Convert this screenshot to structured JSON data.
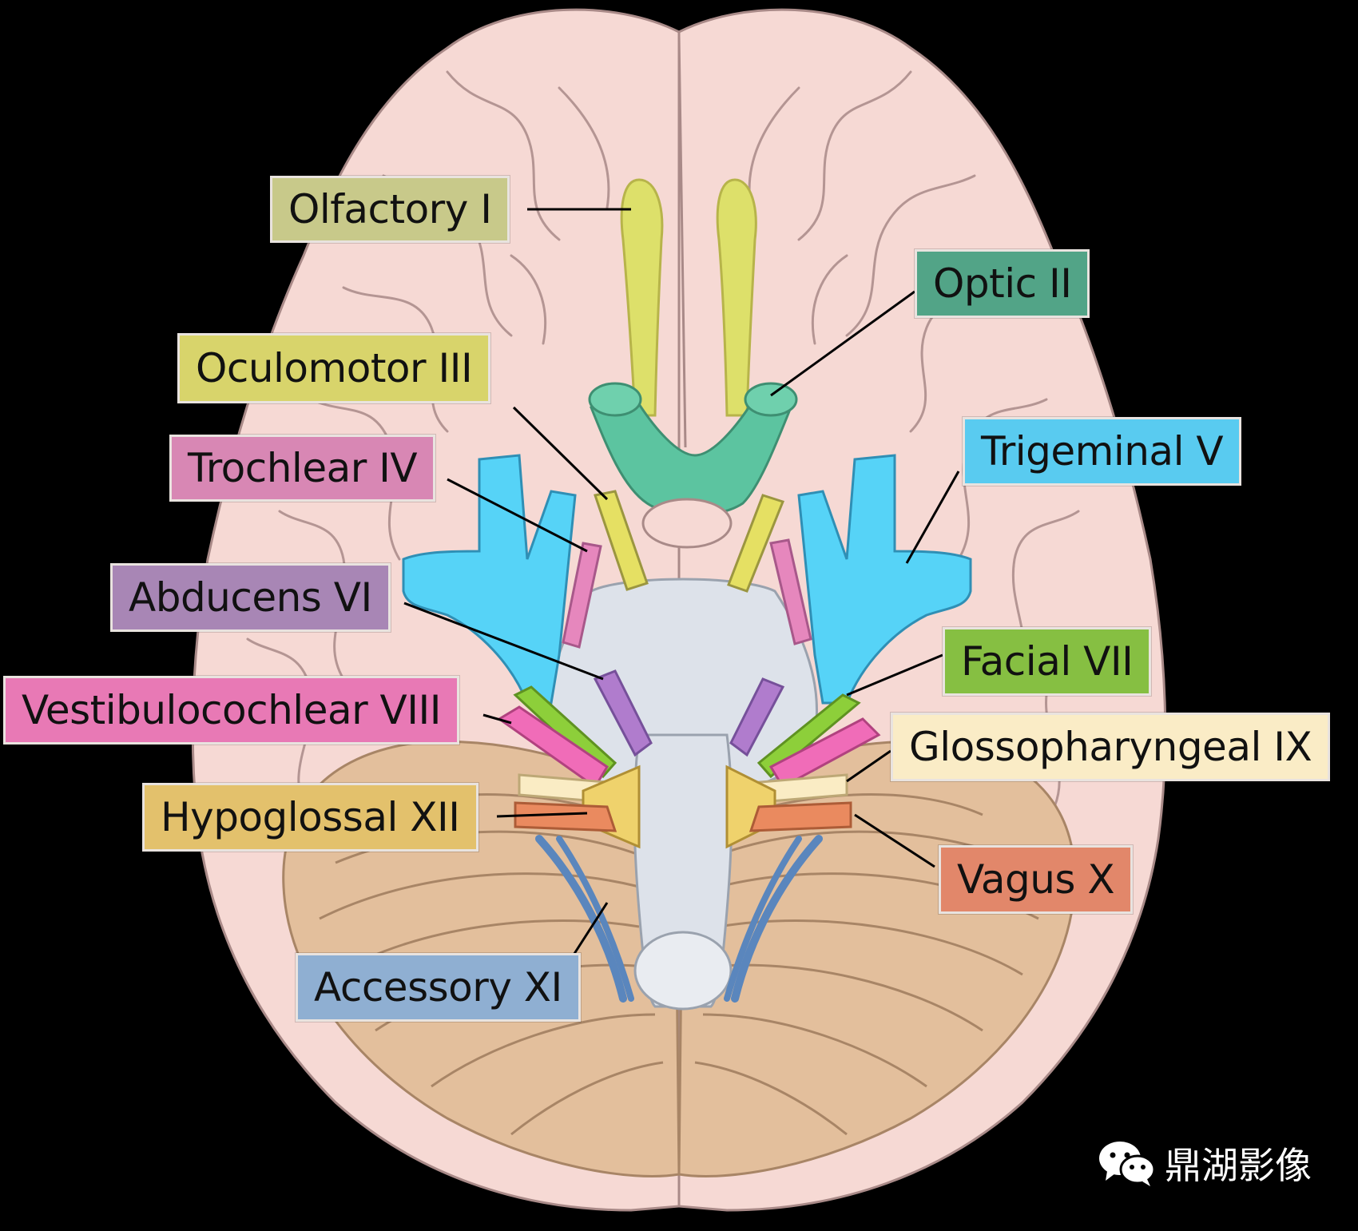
{
  "diagram": {
    "colors": {
      "background": "#000000",
      "cerebrum": "#f6d9d4",
      "cerebellum": "#e3bf9c",
      "brainstem": "#dde2ea",
      "olfactory": "#dde06a",
      "optic": "#5cc4a0",
      "oculomotor": "#e5e063",
      "trochlear": "#e687bd",
      "trigeminal": "#56d3f7",
      "abducens": "#b07ccd",
      "facial": "#8dcf3a",
      "vestibulocochlear": "#f06cb8",
      "glossopharyngeal": "#faecc4",
      "vagus": "#ea8a5f",
      "accessory": "#8eb5e3",
      "hypoglossal": "#efd26c"
    },
    "labels": [
      {
        "id": "olfactory",
        "text": "Olfactory I",
        "color": "#c8c98a"
      },
      {
        "id": "optic",
        "text": "Optic II",
        "color": "#52a487"
      },
      {
        "id": "oculomotor",
        "text": "Oculomotor III",
        "color": "#d8d46b"
      },
      {
        "id": "trochlear",
        "text": "Trochlear IV",
        "color": "#d887b4"
      },
      {
        "id": "trigeminal",
        "text": "Trigeminal V",
        "color": "#59cbf0"
      },
      {
        "id": "abducens",
        "text": "Abducens VI",
        "color": "#a886b5"
      },
      {
        "id": "facial",
        "text": "Facial VII",
        "color": "#86bf42"
      },
      {
        "id": "vestibulocochlear",
        "text": "Vestibulocochlear VIII",
        "color": "#e879b5"
      },
      {
        "id": "glossopharyngeal",
        "text": "Glossopharyngeal IX",
        "color": "#faecc6"
      },
      {
        "id": "hypoglossal",
        "text": "Hypoglossal XII",
        "color": "#e3c16c"
      },
      {
        "id": "vagus",
        "text": "Vagus X",
        "color": "#e2876a"
      },
      {
        "id": "accessory",
        "text": "Accessory XI",
        "color": "#8fafd2"
      }
    ],
    "watermark": "鼎湖影像",
    "watermark_icon": "wechat-icon"
  }
}
